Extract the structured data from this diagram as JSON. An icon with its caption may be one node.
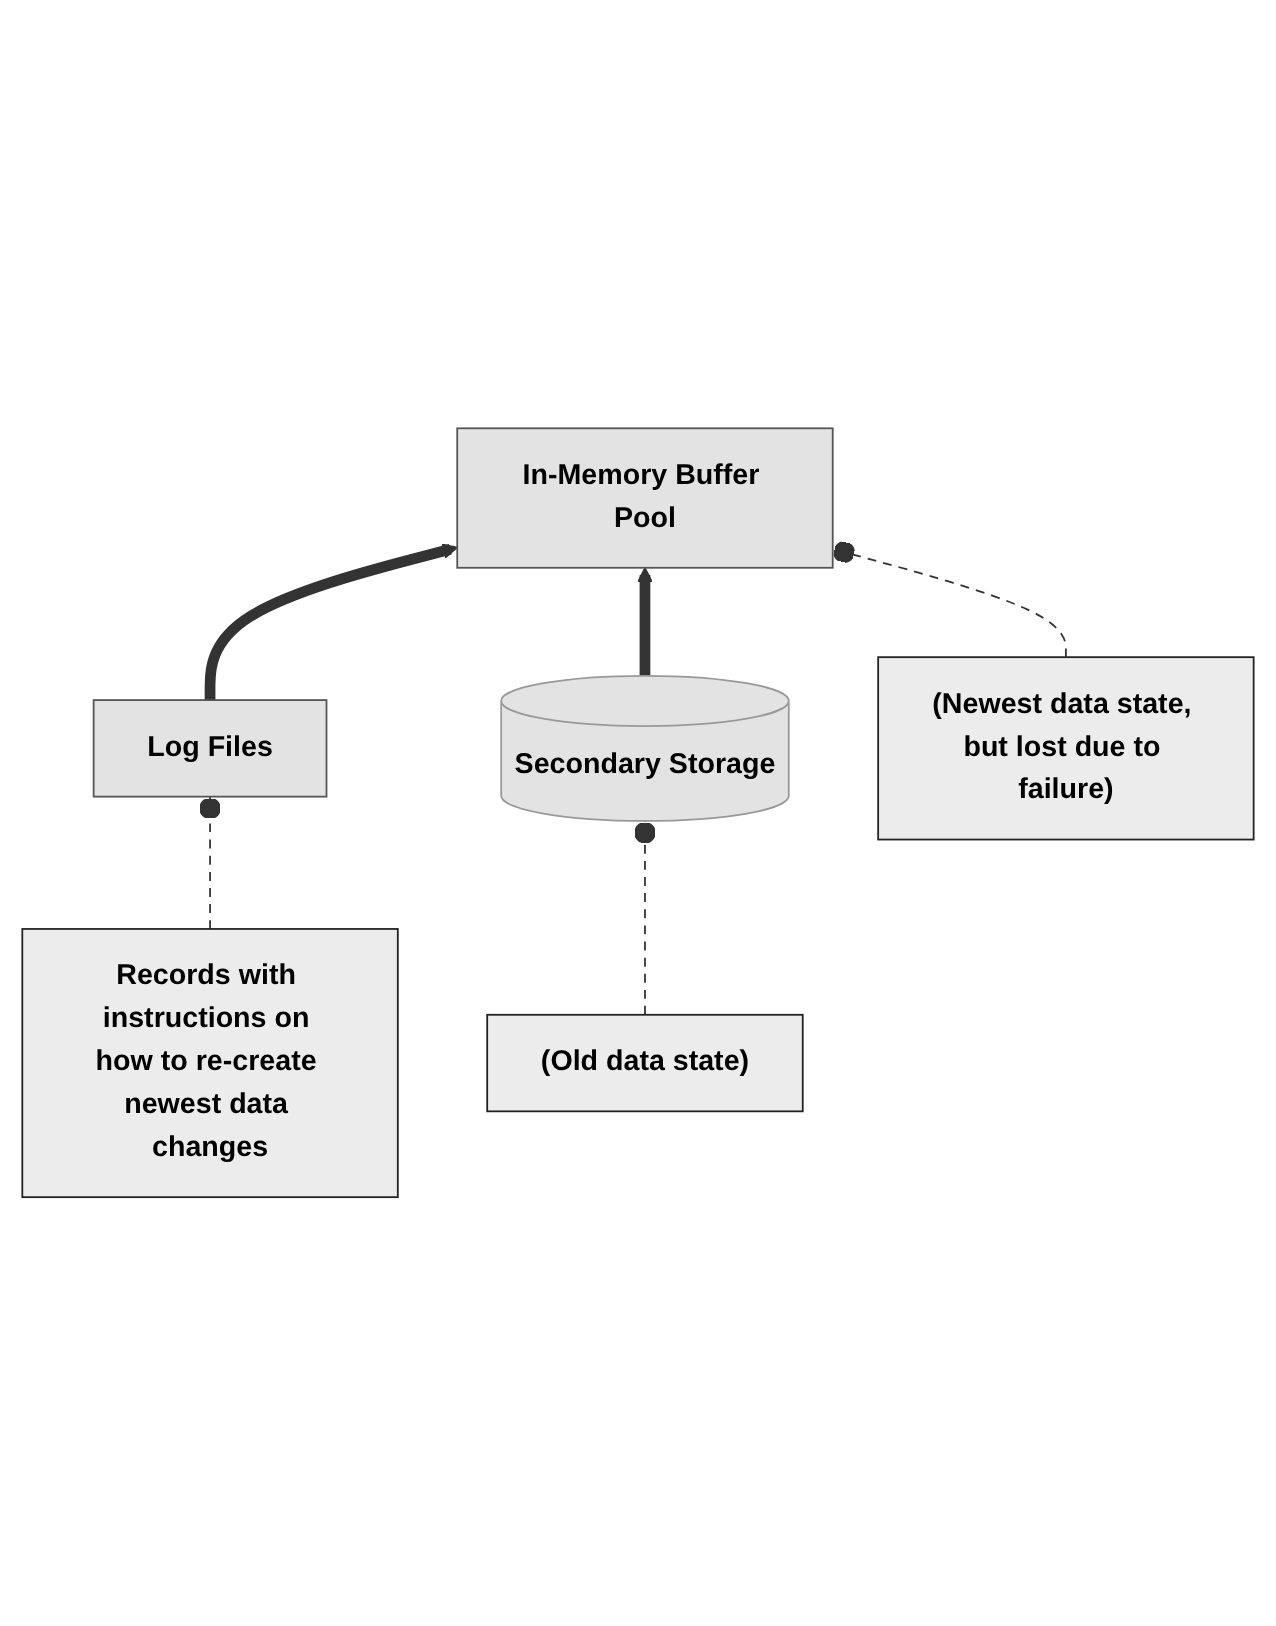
{
  "diagram": {
    "nodes": [
      {
        "text": [
          "In-Memory Buffer Pool"
        ]
      },
      {
        "text": [
          "(Newest data state, but lost due to failure)"
        ]
      },
      {
        "text": [
          "Log Files"
        ]
      },
      {
        "text": [
          "Records with instructions on how to re-create newest data changes"
        ]
      },
      {
        "text": [
          "Secondary Storage"
        ]
      },
      {
        "text": [
          "(Old data state)"
        ]
      }
    ],
    "edges": [
      {
        "from": 2,
        "to": 0,
        "arrow": "to",
        "style": "thick"
      },
      {
        "from": 4,
        "to": 0,
        "arrow": "to",
        "style": "thick"
      },
      {
        "from": 1,
        "to": 0,
        "arrow": "other",
        "style": "dashed"
      },
      {
        "from": 3,
        "to": 2,
        "arrow": "other",
        "style": "dashed"
      },
      {
        "from": 5,
        "to": 4,
        "arrow": "other",
        "style": "dashed"
      }
    ]
  }
}
